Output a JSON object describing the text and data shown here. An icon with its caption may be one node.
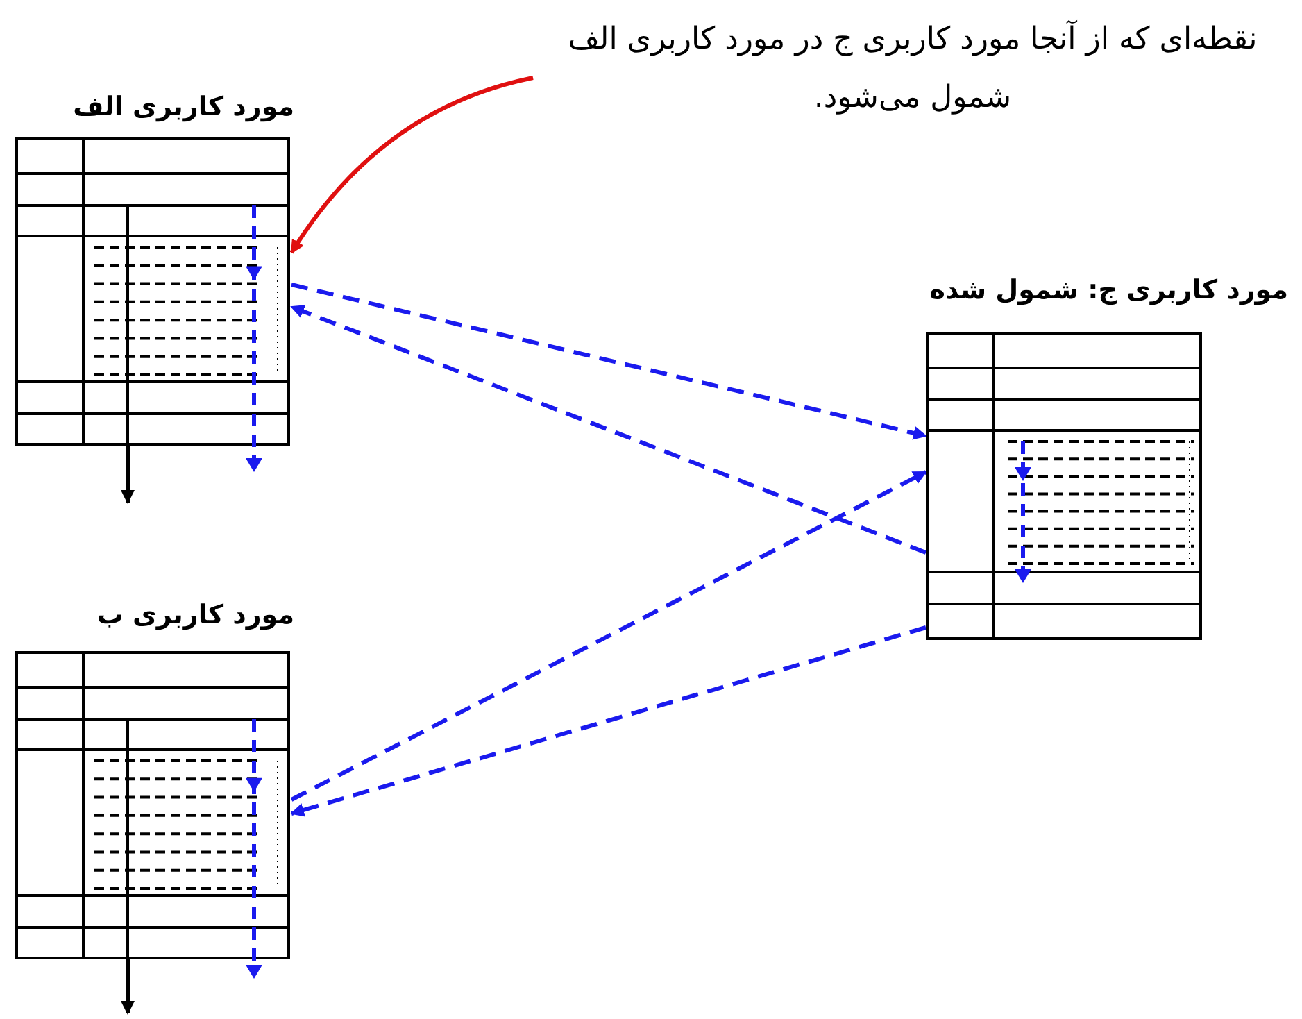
{
  "diagram": {
    "nodes": [
      {
        "text": [
          "مورد کاربری الف"
        ]
      },
      {
        "text": [
          "مورد کاربری ب"
        ]
      },
      {
        "text": [
          "مورد کاربری ج: شمول شده"
        ]
      },
      {
        "text": [
          "نقطه‌ای که از آنجا مورد کاربری ج در مورد کاربری الف شمول می‌شود."
        ]
      }
    ],
    "edges": [
      {
        "from": 3,
        "to": 0,
        "arrow": "to",
        "color": "#e01010"
      },
      {
        "from": 0,
        "to": 2,
        "arrow": "to",
        "style": "dashed"
      },
      {
        "from": 2,
        "to": 0,
        "arrow": "to",
        "style": "dashed"
      },
      {
        "from": 1,
        "to": 2,
        "arrow": "to",
        "style": "dashed"
      },
      {
        "from": 2,
        "to": 1,
        "arrow": "to",
        "style": "dashed"
      },
      {
        "from": 0,
        "to": null,
        "arrow": "to",
        "color": "#000000"
      },
      {
        "from": 1,
        "to": null,
        "arrow": "to",
        "color": "#000000"
      }
    ]
  }
}
